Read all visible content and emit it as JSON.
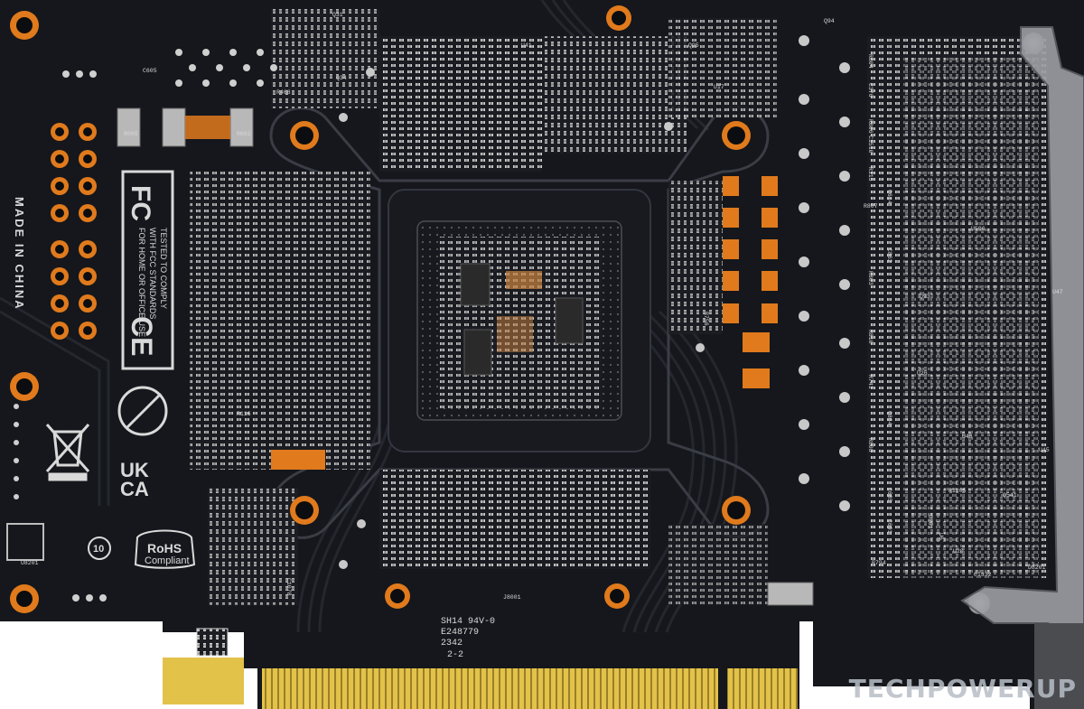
{
  "labels": {
    "made_in": "MADE IN CHINA",
    "fcc_line1": "TESTED TO COMPLY",
    "fcc_line2": "WITH FCC STANDARDS",
    "fcc_line3": "FOR HOME OR OFFICE USE",
    "fc_mark": "FC",
    "ce_mark": "CE",
    "ukca_line1": "UK",
    "ukca_line2": "CA",
    "rohs": "RoHS",
    "rohs_sub": "Compliant",
    "recycle_years": "10",
    "ul_line1": "SH14 94V-0",
    "ul_line2": "E248779",
    "ul_line3": "2342",
    "ul_line4": "2-2",
    "watermark": "TECHPOWERUP"
  },
  "refdes": [
    "Q31",
    "U41",
    "Q95",
    "U17",
    "Q94",
    "R005",
    "R002",
    "R468",
    "Q34",
    "C605",
    "R804",
    "C376",
    "R806",
    "C1510",
    "R115",
    "C614",
    "R807",
    "C862",
    "R803",
    "Q93",
    "R810",
    "R741",
    "C864",
    "R808",
    "C685",
    "R1205",
    "Q541",
    "C691",
    "R794",
    "C1332",
    "D8201",
    "U8201",
    "J8001",
    "R756",
    "C1078",
    "R116",
    "U506",
    "U47",
    "U26",
    "U48",
    "U45",
    "U20",
    "U501",
    "U6",
    "R1150",
    "R1140"
  ],
  "colors": {
    "pcb": "#15171c",
    "trace": "#24272e",
    "pad_orange": "#e07a1c",
    "gold": "#e3c24a",
    "silkscreen": "#d9d9d9",
    "component": "#8a8a8a"
  }
}
